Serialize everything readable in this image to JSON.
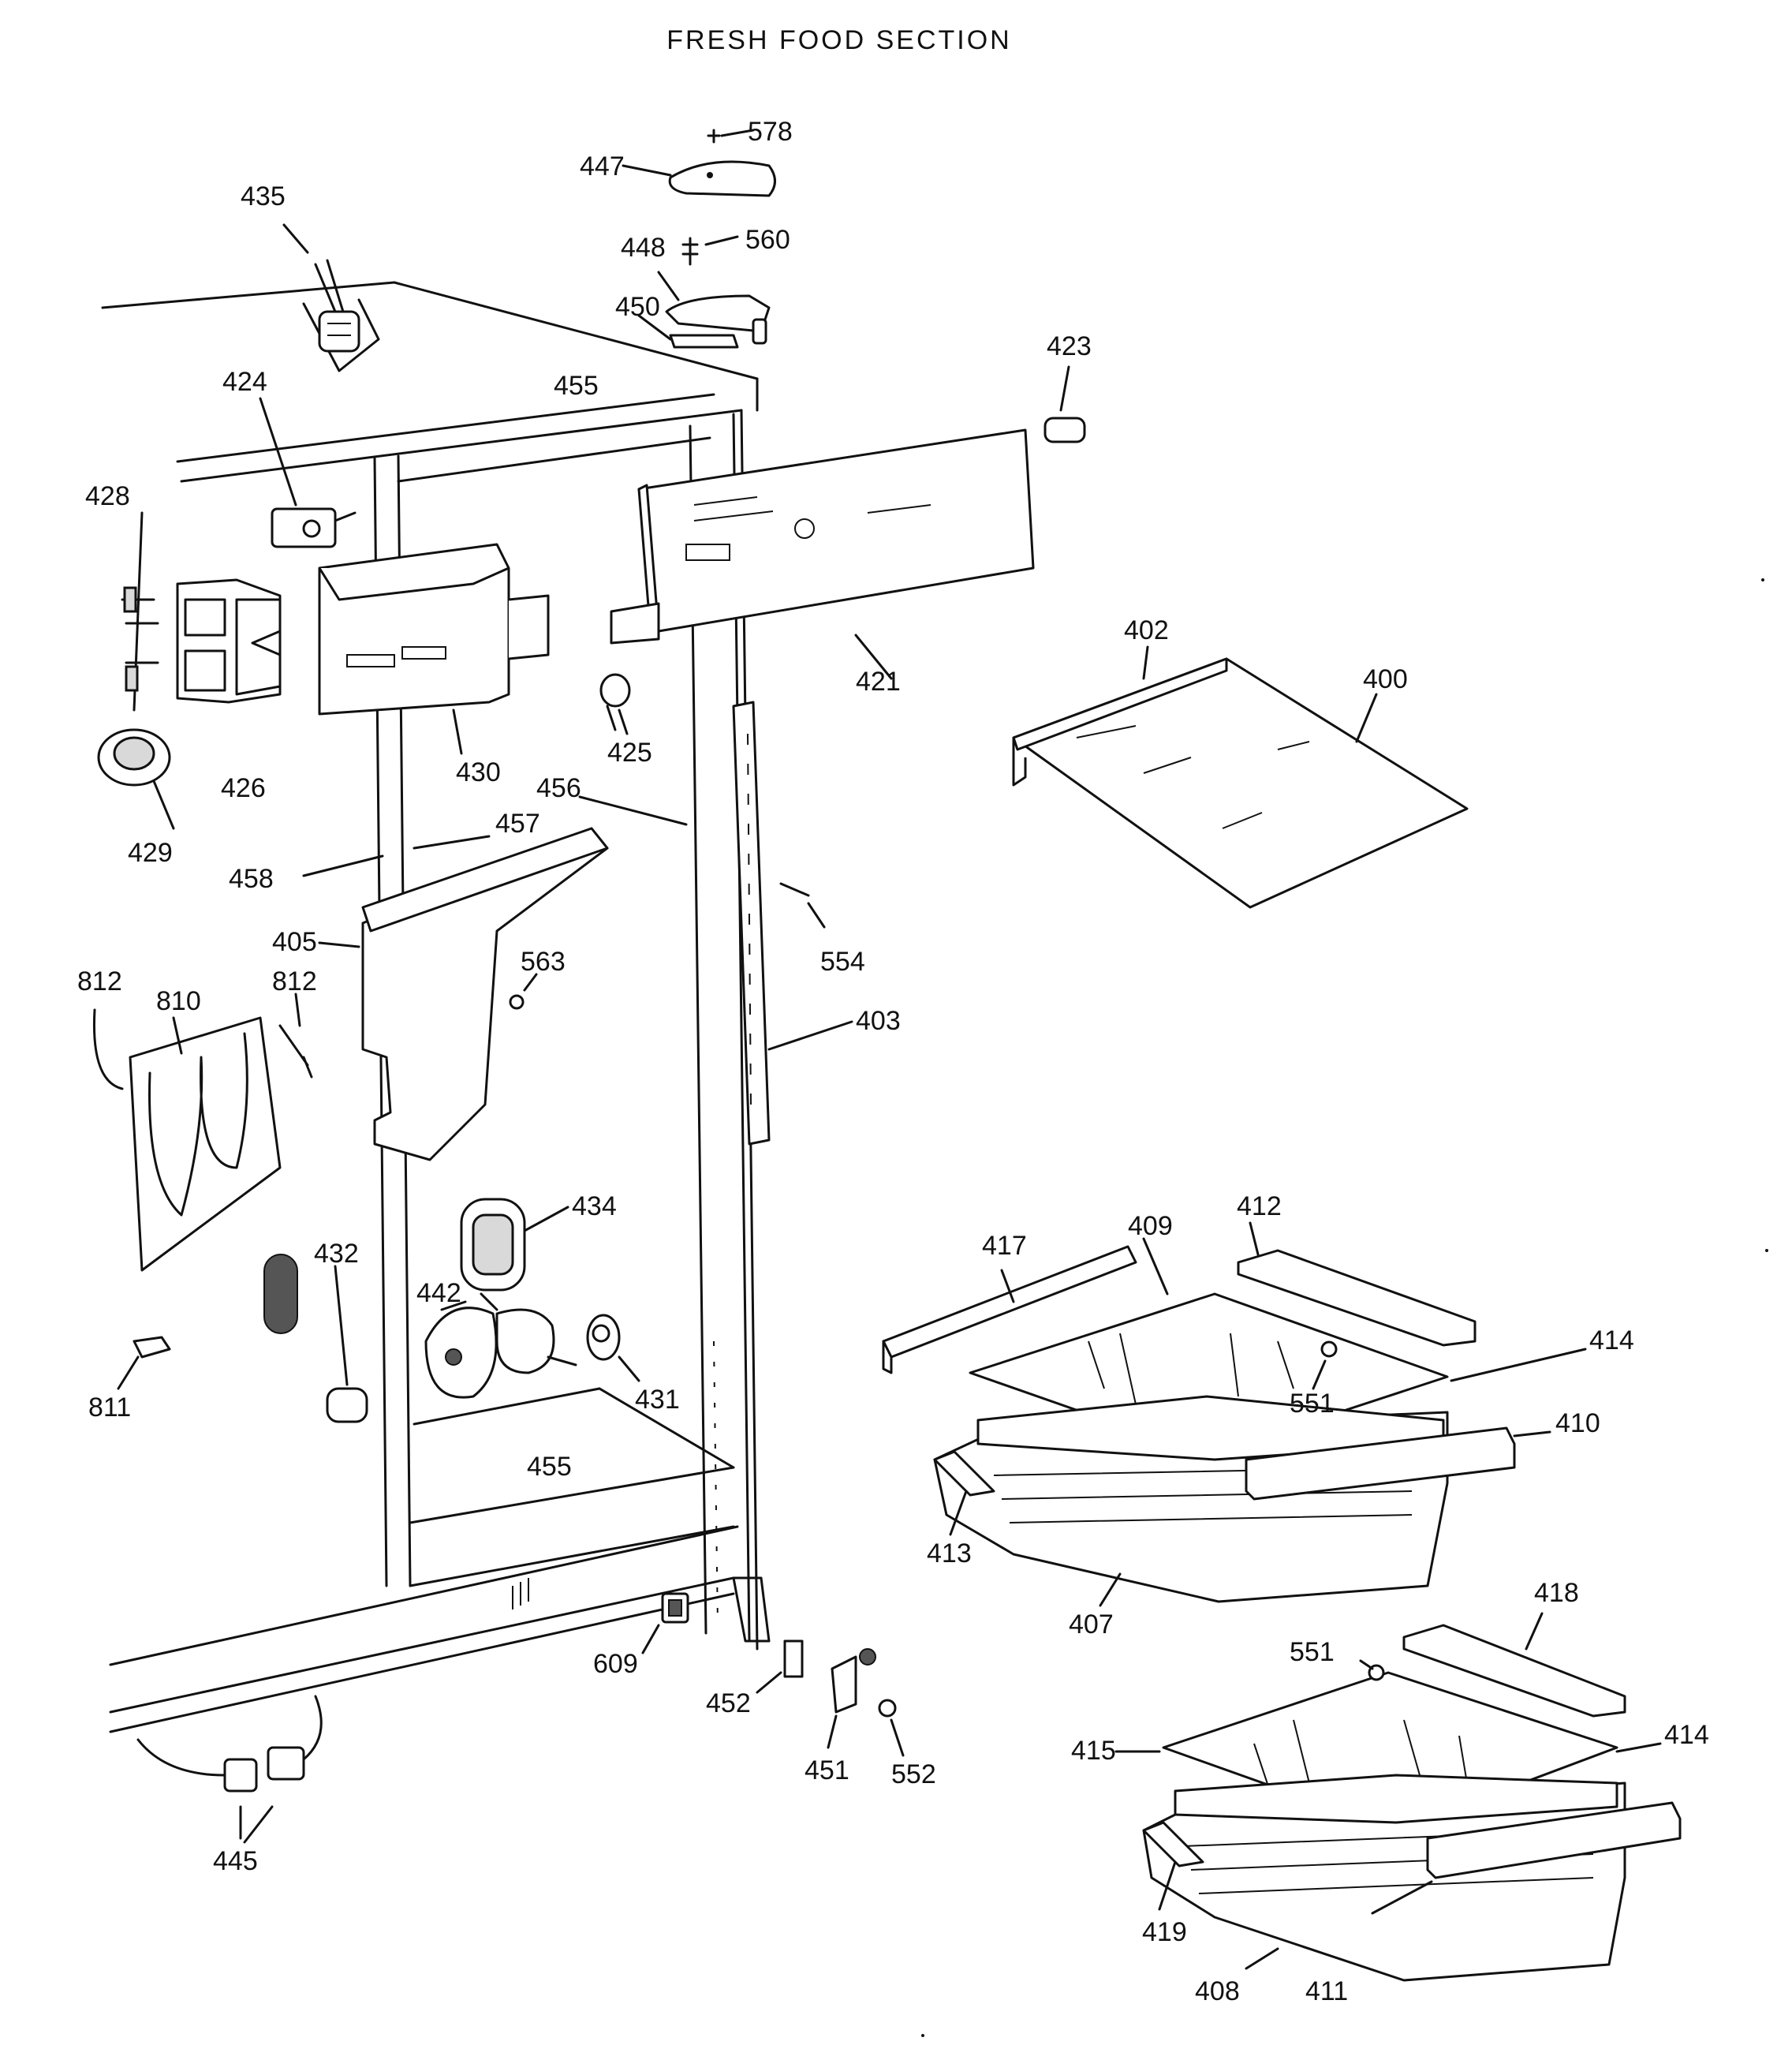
{
  "title": "FRESH FOOD SECTION",
  "callouts": [
    "578",
    "447",
    "435",
    "448",
    "560",
    "450",
    "423",
    "424",
    "455",
    "428",
    "426",
    "430",
    "425",
    "421",
    "402",
    "400",
    "429",
    "456",
    "457",
    "458",
    "405",
    "563",
    "554",
    "403",
    "812",
    "810",
    "812",
    "434",
    "432",
    "442",
    "431",
    "811",
    "412",
    "417",
    "409",
    "414",
    "551",
    "410",
    "455",
    "413",
    "407",
    "609",
    "452",
    "451",
    "552",
    "445",
    "418",
    "551",
    "414",
    "415",
    "419",
    "408",
    "411"
  ]
}
